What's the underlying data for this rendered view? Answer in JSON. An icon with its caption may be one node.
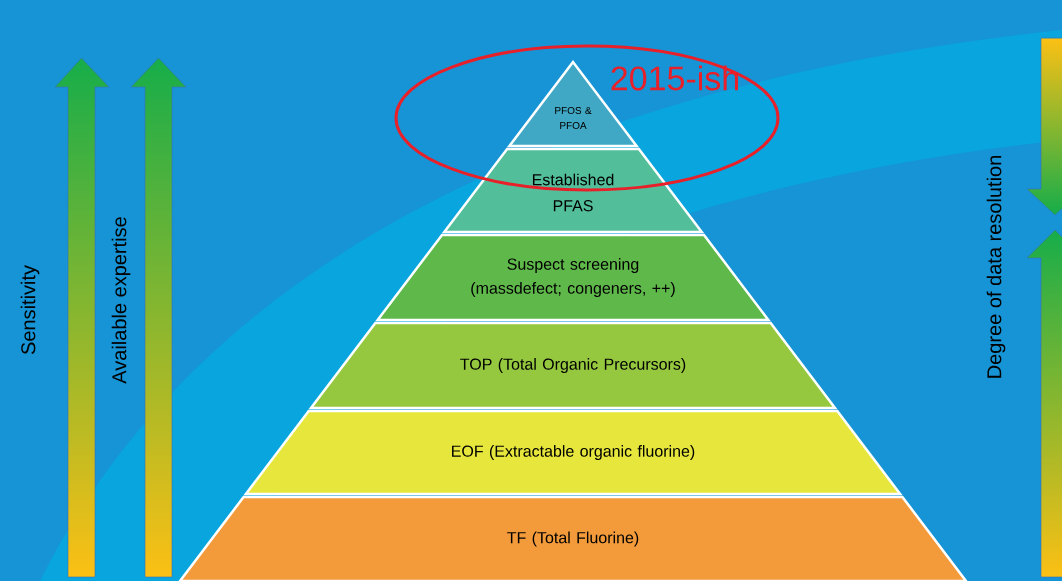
{
  "diagram": {
    "nodes": [
      {
        "text": [
          "PFOS & PFOA"
        ]
      },
      {
        "text": [
          "Established PFAS"
        ]
      },
      {
        "text": [
          "Suspect screening (massdefect; congeners, ++)"
        ]
      },
      {
        "text": [
          "TOP (Total Organic Precursors)"
        ]
      },
      {
        "text": [
          "EOF (Extractable organic fluorine)"
        ]
      },
      {
        "text": [
          "TF (Total Fluorine)"
        ]
      }
    ],
    "labels": [
      "2015-ish",
      "Sensitivity",
      "Available expertise",
      "Degree of data resolution"
    ]
  }
}
